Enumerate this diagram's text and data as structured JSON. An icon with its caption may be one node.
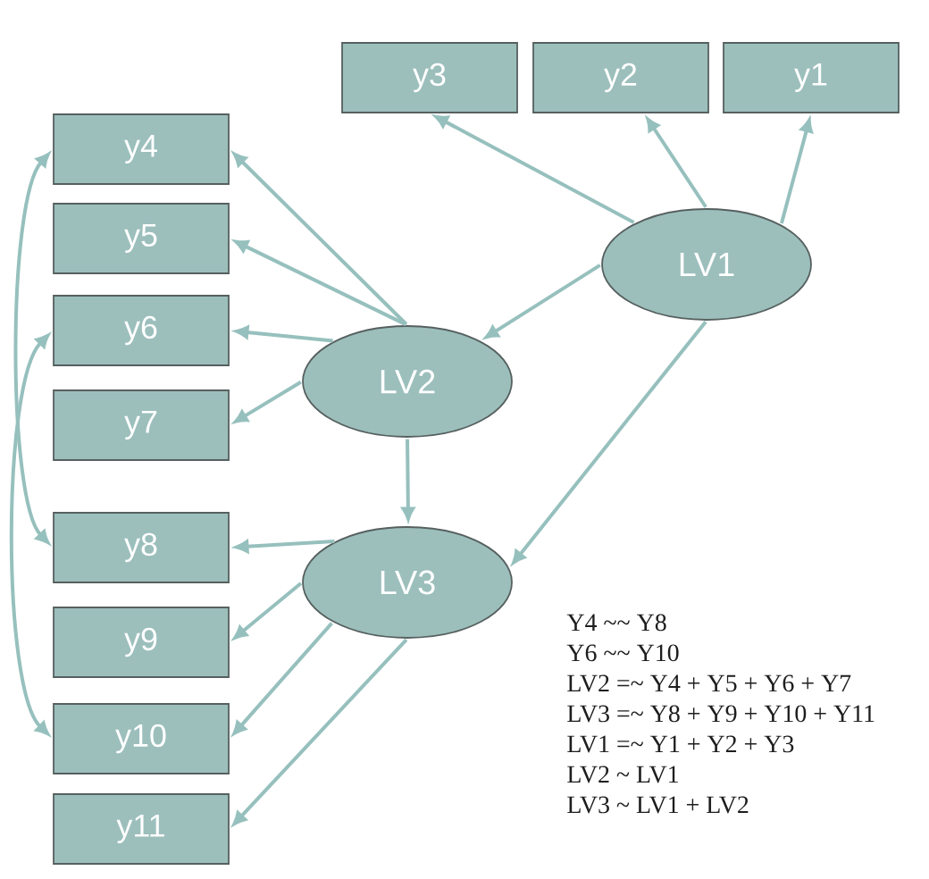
{
  "diagram": {
    "nodes": [
      {
        "text": [
          "y3"
        ]
      },
      {
        "text": [
          "y2"
        ]
      },
      {
        "text": [
          "y1"
        ]
      },
      {
        "text": [
          "LV1"
        ]
      },
      {
        "text": [
          "y4"
        ]
      },
      {
        "text": [
          "y5"
        ]
      },
      {
        "text": [
          "y6"
        ]
      },
      {
        "text": [
          "LV2"
        ]
      },
      {
        "text": [
          "y7"
        ]
      },
      {
        "text": [
          "y8"
        ]
      },
      {
        "text": [
          "LV3"
        ]
      },
      {
        "text": [
          "y9"
        ]
      },
      {
        "text": [
          "y10"
        ]
      },
      {
        "text": [
          "y11"
        ]
      }
    ],
    "edges": [
      {
        "from": 3,
        "to": 0,
        "arrow": "to"
      },
      {
        "from": 3,
        "to": 1,
        "arrow": "to"
      },
      {
        "from": 3,
        "to": 2,
        "arrow": "to"
      },
      {
        "from": 3,
        "to": 7,
        "arrow": "to"
      },
      {
        "from": 3,
        "to": 10,
        "arrow": "to"
      },
      {
        "from": 7,
        "to": 4,
        "arrow": "to"
      },
      {
        "from": 7,
        "to": 5,
        "arrow": "to"
      },
      {
        "from": 7,
        "to": 6,
        "arrow": "to"
      },
      {
        "from": 7,
        "to": 8,
        "arrow": "to"
      },
      {
        "from": 7,
        "to": 10,
        "arrow": "to"
      },
      {
        "from": 10,
        "to": 9,
        "arrow": "to"
      },
      {
        "from": 10,
        "to": 11,
        "arrow": "to"
      },
      {
        "from": 10,
        "to": 12,
        "arrow": "to"
      },
      {
        "from": 10,
        "to": 13,
        "arrow": "to"
      },
      {
        "from": 4,
        "to": 9,
        "arrow": "both"
      },
      {
        "from": 6,
        "to": 12,
        "arrow": "both"
      }
    ],
    "labels": [
      "Y4 ~~ Y8",
      "Y6 ~~ Y10",
      "LV2 =~ Y4 + Y5 + Y6 + Y7",
      "LV3 =~ Y8 + Y9 + Y10 + Y11",
      "LV1 =~ Y1 + Y2 + Y3",
      "LV2 ~ LV1",
      "LV3 ~ LV1 + LV2"
    ]
  }
}
